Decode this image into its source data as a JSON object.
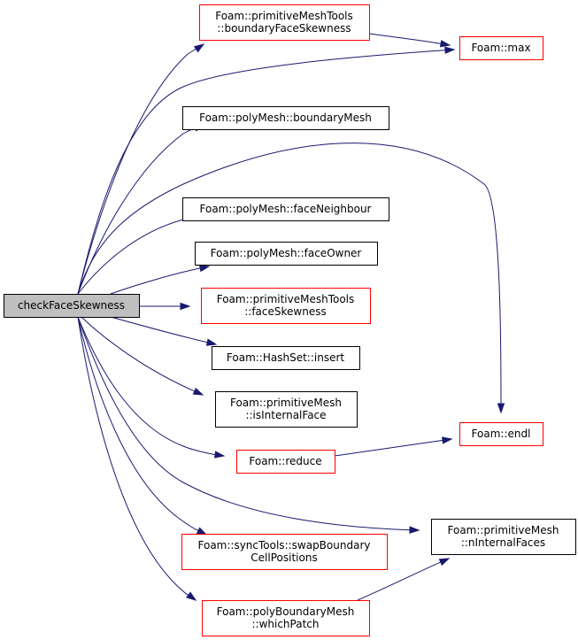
{
  "graph": {
    "colors": {
      "edge": "#191970",
      "root_fill": "#bfbfbf",
      "root_border": "#000000",
      "normal_border": "#000000",
      "truncated_border": "#ff0000",
      "node_fill": "#ffffff"
    },
    "nodes": [
      {
        "id": "checkFaceSkewness",
        "lines": [
          "checkFaceSkewness"
        ],
        "kind": "root"
      },
      {
        "id": "boundaryFaceSkewness",
        "lines": [
          "Foam::primitiveMeshTools",
          "::boundaryFaceSkewness"
        ],
        "kind": "truncated"
      },
      {
        "id": "max",
        "lines": [
          "Foam::max"
        ],
        "kind": "truncated"
      },
      {
        "id": "boundaryMesh",
        "lines": [
          "Foam::polyMesh::boundaryMesh"
        ],
        "kind": "normal"
      },
      {
        "id": "faceNeighbour",
        "lines": [
          "Foam::polyMesh::faceNeighbour"
        ],
        "kind": "normal"
      },
      {
        "id": "faceOwner",
        "lines": [
          "Foam::polyMesh::faceOwner"
        ],
        "kind": "normal"
      },
      {
        "id": "faceSkewness",
        "lines": [
          "Foam::primitiveMeshTools",
          "::faceSkewness"
        ],
        "kind": "truncated"
      },
      {
        "id": "insert",
        "lines": [
          "Foam::HashSet::insert"
        ],
        "kind": "normal"
      },
      {
        "id": "isInternalFace",
        "lines": [
          "Foam::primitiveMesh",
          "::isInternalFace"
        ],
        "kind": "normal"
      },
      {
        "id": "endl",
        "lines": [
          "Foam::endl"
        ],
        "kind": "truncated"
      },
      {
        "id": "reduce",
        "lines": [
          "Foam::reduce"
        ],
        "kind": "truncated"
      },
      {
        "id": "nInternalFaces",
        "lines": [
          "Foam::primitiveMesh",
          "::nInternalFaces"
        ],
        "kind": "normal"
      },
      {
        "id": "swapBoundaryCellPositions",
        "lines": [
          "Foam::syncTools::swapBoundary",
          "CellPositions"
        ],
        "kind": "truncated"
      },
      {
        "id": "whichPatch",
        "lines": [
          "Foam::polyBoundaryMesh",
          "::whichPatch"
        ],
        "kind": "truncated"
      }
    ],
    "edges": [
      {
        "from": "checkFaceSkewness",
        "to": "boundaryFaceSkewness"
      },
      {
        "from": "checkFaceSkewness",
        "to": "max"
      },
      {
        "from": "checkFaceSkewness",
        "to": "boundaryMesh"
      },
      {
        "from": "checkFaceSkewness",
        "to": "endl"
      },
      {
        "from": "checkFaceSkewness",
        "to": "faceNeighbour"
      },
      {
        "from": "checkFaceSkewness",
        "to": "faceOwner"
      },
      {
        "from": "checkFaceSkewness",
        "to": "faceSkewness"
      },
      {
        "from": "checkFaceSkewness",
        "to": "insert"
      },
      {
        "from": "checkFaceSkewness",
        "to": "isInternalFace"
      },
      {
        "from": "checkFaceSkewness",
        "to": "reduce"
      },
      {
        "from": "checkFaceSkewness",
        "to": "nInternalFaces"
      },
      {
        "from": "checkFaceSkewness",
        "to": "swapBoundaryCellPositions"
      },
      {
        "from": "checkFaceSkewness",
        "to": "whichPatch"
      },
      {
        "from": "boundaryFaceSkewness",
        "to": "max"
      },
      {
        "from": "reduce",
        "to": "endl"
      },
      {
        "from": "whichPatch",
        "to": "nInternalFaces"
      }
    ]
  }
}
